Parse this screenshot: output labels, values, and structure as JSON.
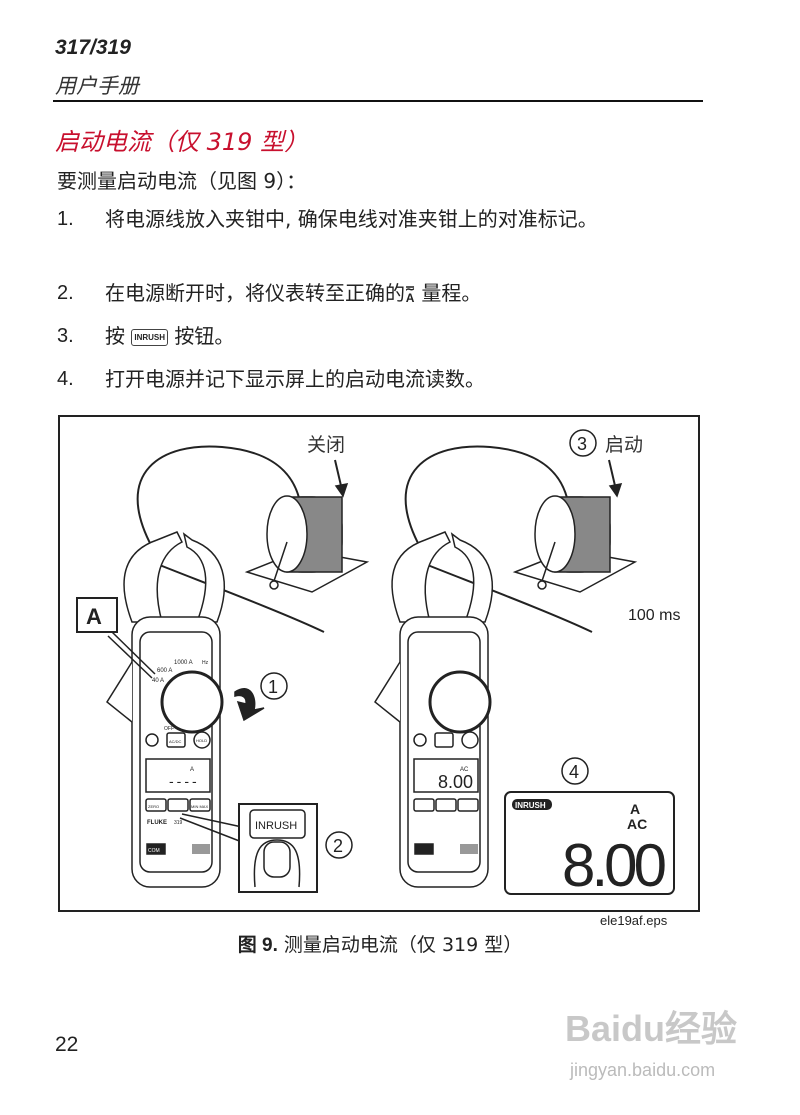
{
  "header": {
    "model": "317/319",
    "doc_type": "用户手册"
  },
  "section": {
    "title": "启动电流（仅 319 型）",
    "intro": "要测量启动电流（见图 9）："
  },
  "steps": [
    {
      "num": "1.",
      "text": "将电源线放入夹钳中, 确保电线对准夹钳上的对准标记。"
    },
    {
      "num": "2.",
      "before": "在电源断开时，将仪表转至正确的",
      "symbol_top": "≂",
      "symbol_bottom": "A",
      "after": "量程。"
    },
    {
      "num": "3.",
      "before": "按",
      "key": "INRUSH",
      "after": "按钮。"
    },
    {
      "num": "4.",
      "text": "打开电源并记下显示屏上的启动电流读数。"
    }
  ],
  "figure": {
    "label_off": "关闭",
    "label_on": "启动",
    "callout_1": "1",
    "callout_2": "2",
    "callout_3": "3",
    "callout_4": "4",
    "callout_a": "A",
    "duration": "100 ms",
    "inset_button": "INRUSH",
    "meter": {
      "range_1000": "1000 A",
      "range_600": "600 A",
      "range_40": "40 A",
      "hz": "Hz",
      "off": "OFF",
      "btn_acdc": "AC/DC",
      "btn_hold": "HOLD",
      "btn_zero": "ZERO",
      "btn_minmax": "MIN MAX",
      "brand": "FLUKE",
      "model": "319",
      "com": "COM",
      "left_display": "----",
      "right_display": "8.00",
      "unit": "A",
      "ac": "AC"
    },
    "lcd": {
      "badge": "INRUSH",
      "unit": "A",
      "mode": "AC",
      "reading": "8.00"
    },
    "file": "ele19af.eps",
    "caption_prefix": "图 9.",
    "caption_text": "测量启动电流（仅 319 型）"
  },
  "page_number": "22",
  "watermark": {
    "brand": "Baidu经验",
    "url": "jingyan.baidu.com"
  },
  "colors": {
    "title_red": "#c8102e",
    "text": "#222222"
  }
}
